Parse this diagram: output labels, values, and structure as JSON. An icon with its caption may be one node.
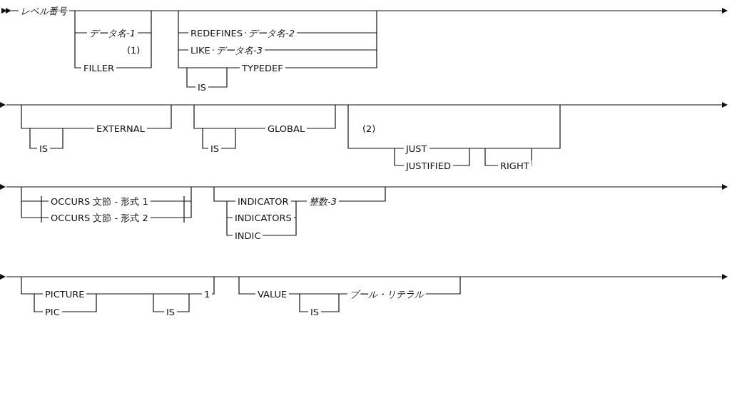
{
  "diagram": {
    "labels": [
      "レベル番号",
      "データ名-1",
      "REDEFINES",
      "データ名-2",
      "(1)",
      "LIKE",
      "データ名-3",
      "FILLER",
      "TYPEDEF",
      "IS",
      "EXTERNAL",
      "GLOBAL",
      "(2)",
      "IS",
      "IS",
      "JUST",
      "JUSTIFIED",
      "RIGHT",
      "OCCURS 文節 - 形式 1",
      "INDICATOR",
      "整数-3",
      "OCCURS 文節 - 形式 2",
      "INDICATORS",
      "INDIC",
      "PICTURE",
      "1",
      "VALUE",
      "ブール・リテラル",
      "PIC",
      "IS",
      "IS"
    ]
  }
}
